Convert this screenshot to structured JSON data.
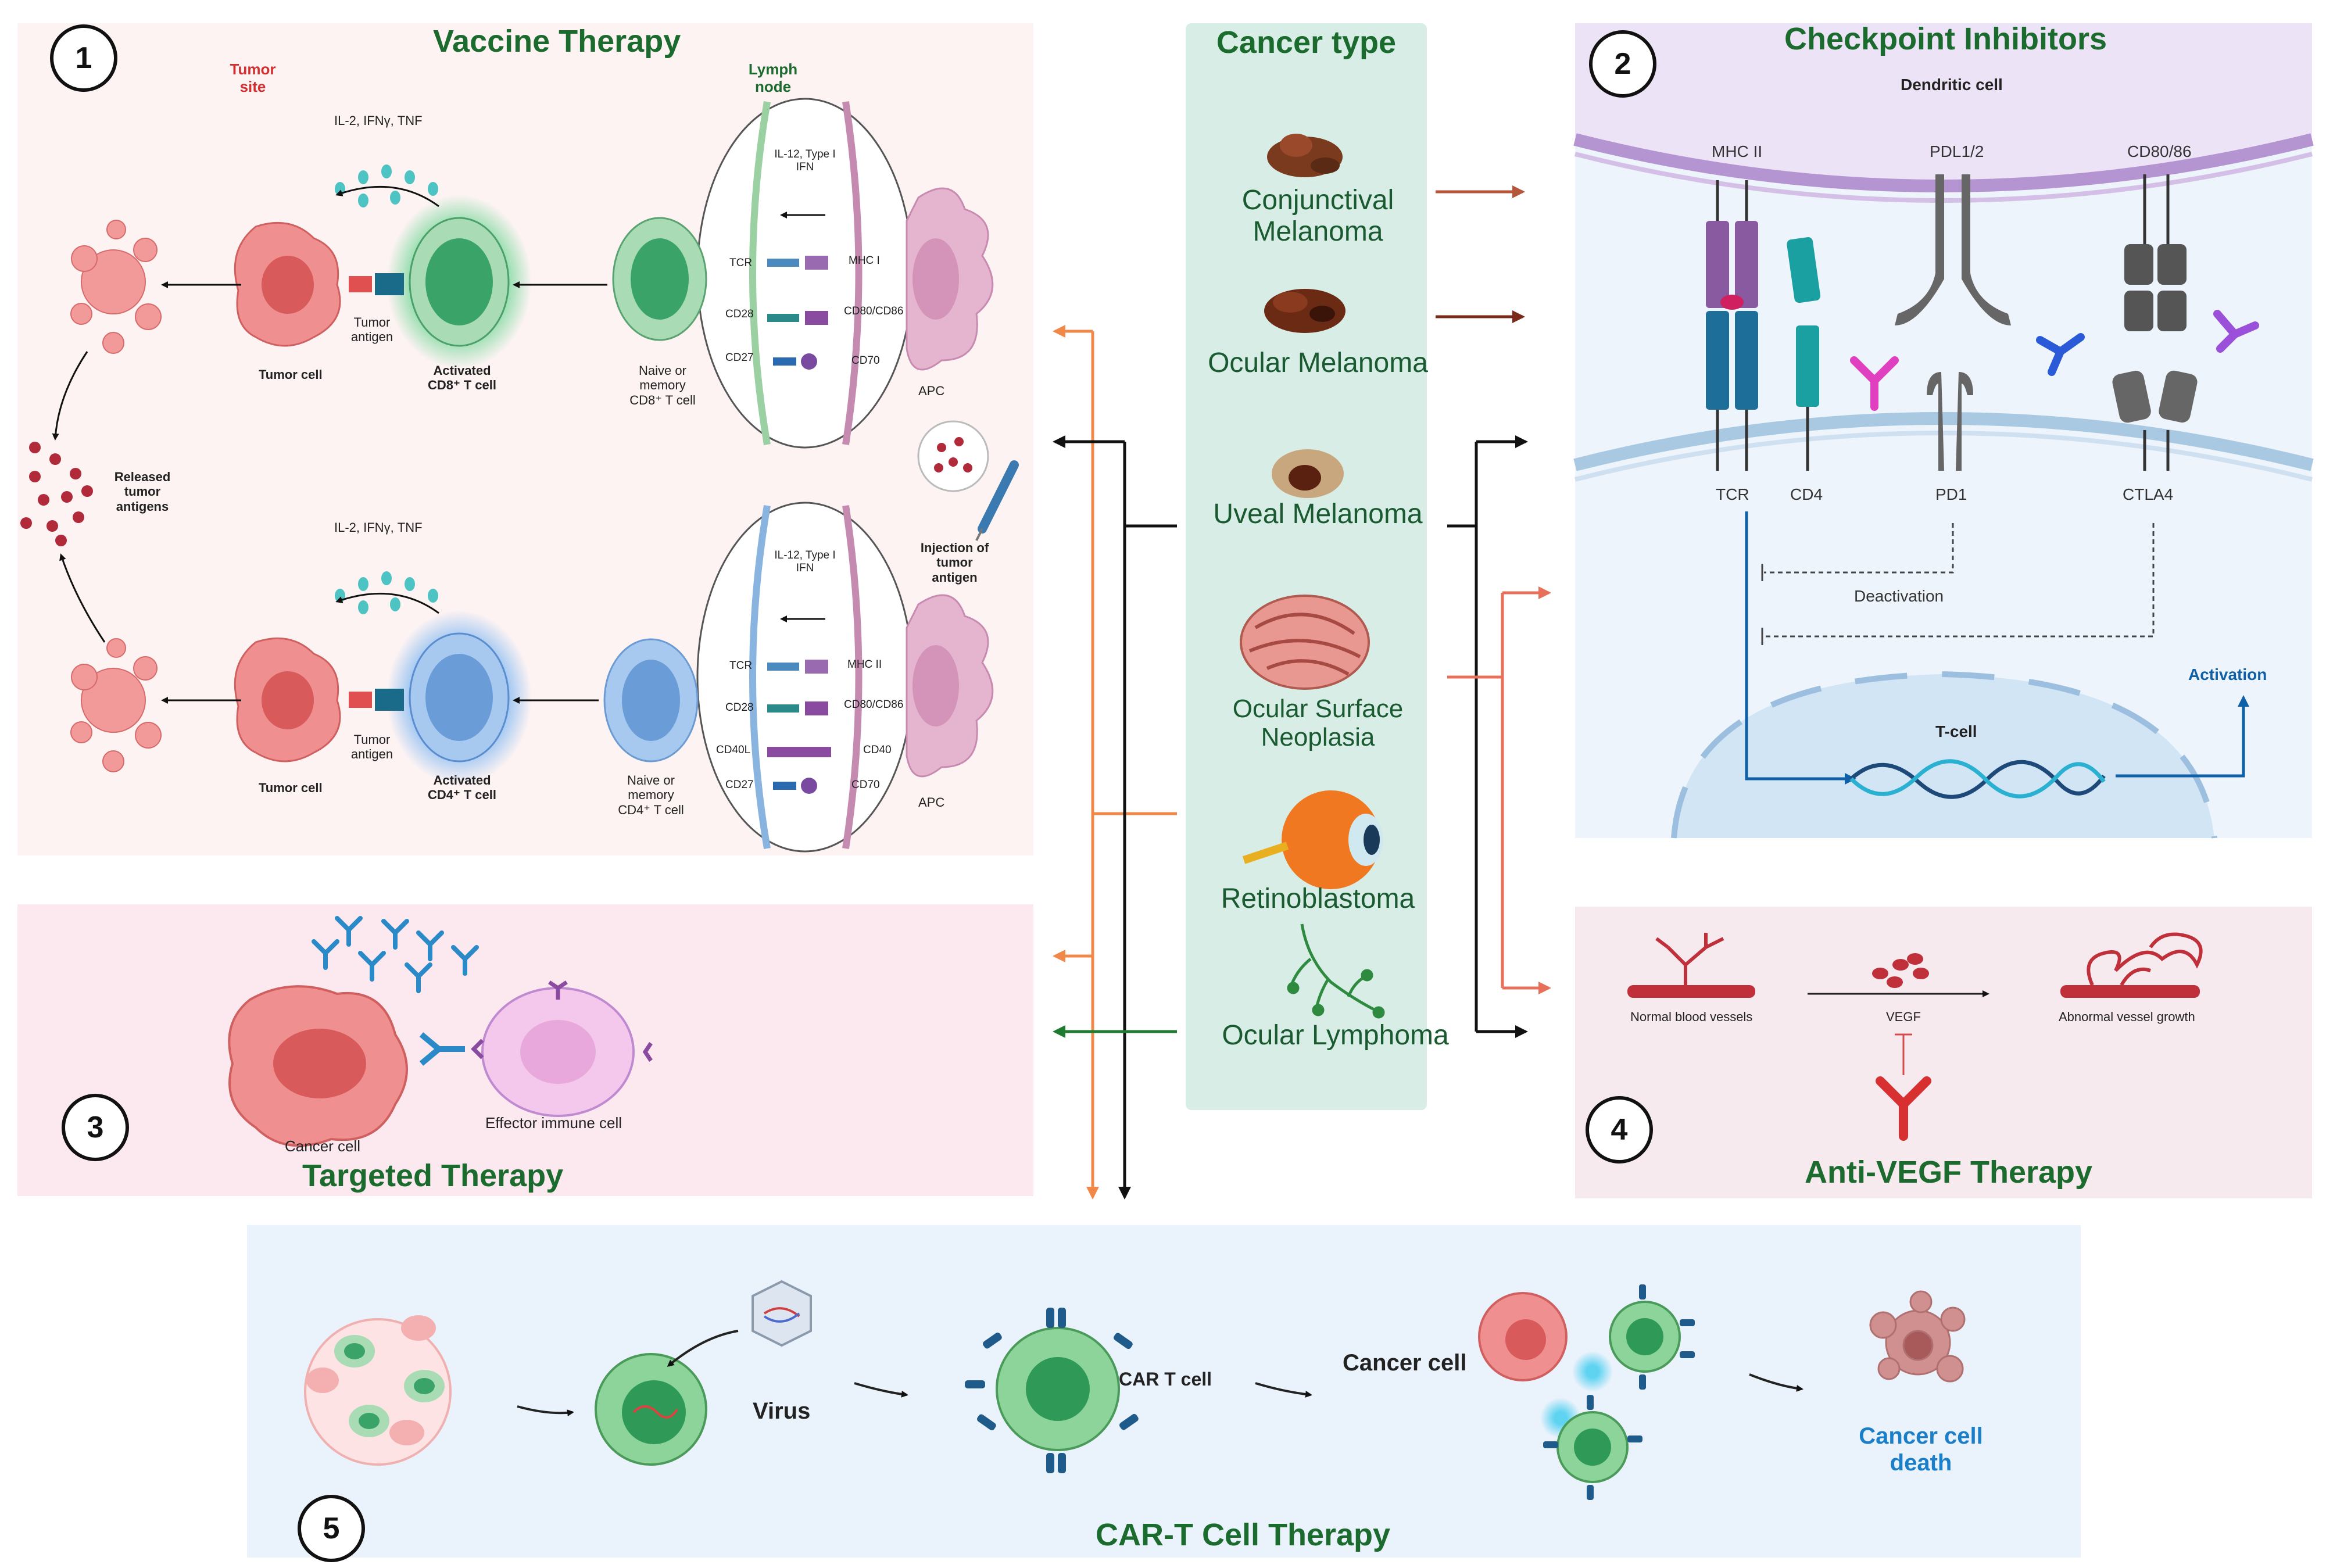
{
  "panel1": {
    "number": "1",
    "title": "Vaccine Therapy",
    "tumor_site": "Tumor site",
    "lymph_node": "Lymph node",
    "cytokines_top": "IL-2, IFNγ, TNF",
    "cytokines_bottom": "IL-2, IFNγ, TNF",
    "il12_top": "IL-12, Type I IFN",
    "il12_bottom": "IL-12, Type I IFN",
    "tumor_cell_top": "Tumor cell",
    "tumor_cell_bottom": "Tumor cell",
    "tumor_antigen_top": "Tumor antigen",
    "tumor_antigen_bottom": "Tumor antigen",
    "activated_cd8": "Activated CD8⁺ T cell",
    "activated_cd4": "Activated CD4⁺ T cell",
    "naive_cd8": "Naive or memory CD8⁺ T cell",
    "naive_cd4": "Naive or memory CD4⁺ T cell",
    "released_antigens": "Released tumor antigens",
    "injection": "Injection of tumor antigen",
    "apc_top": "APC",
    "apc_bottom": "APC",
    "receptors_top_left": [
      "TCR",
      "CD28",
      "CD27"
    ],
    "receptors_top_right": [
      "MHC I",
      "CD80/CD86",
      "CD70"
    ],
    "receptors_bottom_left": [
      "TCR",
      "CD28",
      "CD40L",
      "CD27"
    ],
    "receptors_bottom_right": [
      "MHC II",
      "CD80/CD86",
      "CD40",
      "CD70"
    ]
  },
  "panel2": {
    "number": "2",
    "title": "Checkpoint Inhibitors",
    "dendritic_cell": "Dendritic cell",
    "top_labels": [
      "MHC II",
      "PDL1/2",
      "CD80/86"
    ],
    "bottom_labels": [
      "TCR",
      "CD4",
      "PD1",
      "CTLA4"
    ],
    "deactivation": "Deactivation",
    "activation": "Activation",
    "t_cell": "T-cell"
  },
  "panel3": {
    "number": "3",
    "title": "Targeted Therapy",
    "cancer_cell": "Cancer cell",
    "effector": "Effector immune cell"
  },
  "panel4": {
    "number": "4",
    "title": "Anti-VEGF Therapy",
    "normal": "Normal blood vessels",
    "vegf": "VEGF",
    "abnormal": "Abnormal vessel growth"
  },
  "panel5": {
    "number": "5",
    "title": "CAR-T Cell Therapy",
    "virus": "Virus",
    "car_t": "CAR T cell",
    "cancer_cell": "Cancer cell",
    "cell_death": "Cancer cell death"
  },
  "cancer_types": {
    "title": "Cancer type",
    "items": [
      "Conjunctival Melanoma",
      "Ocular Melanoma",
      "Uveal Melanoma",
      "Ocular Surface Neoplasia",
      "Retinoblastoma",
      "Ocular Lymphoma"
    ]
  },
  "colors": {
    "title_green": "#1b6b2e",
    "arrow_orange": "#f0884a",
    "arrow_black": "#111111",
    "arrow_green": "#1e7a2e",
    "arrow_brown_light": "#b5553a",
    "arrow_brown_dark": "#7a2a18",
    "arrow_salmon": "#e8705a",
    "activation_blue": "#1060a8"
  }
}
